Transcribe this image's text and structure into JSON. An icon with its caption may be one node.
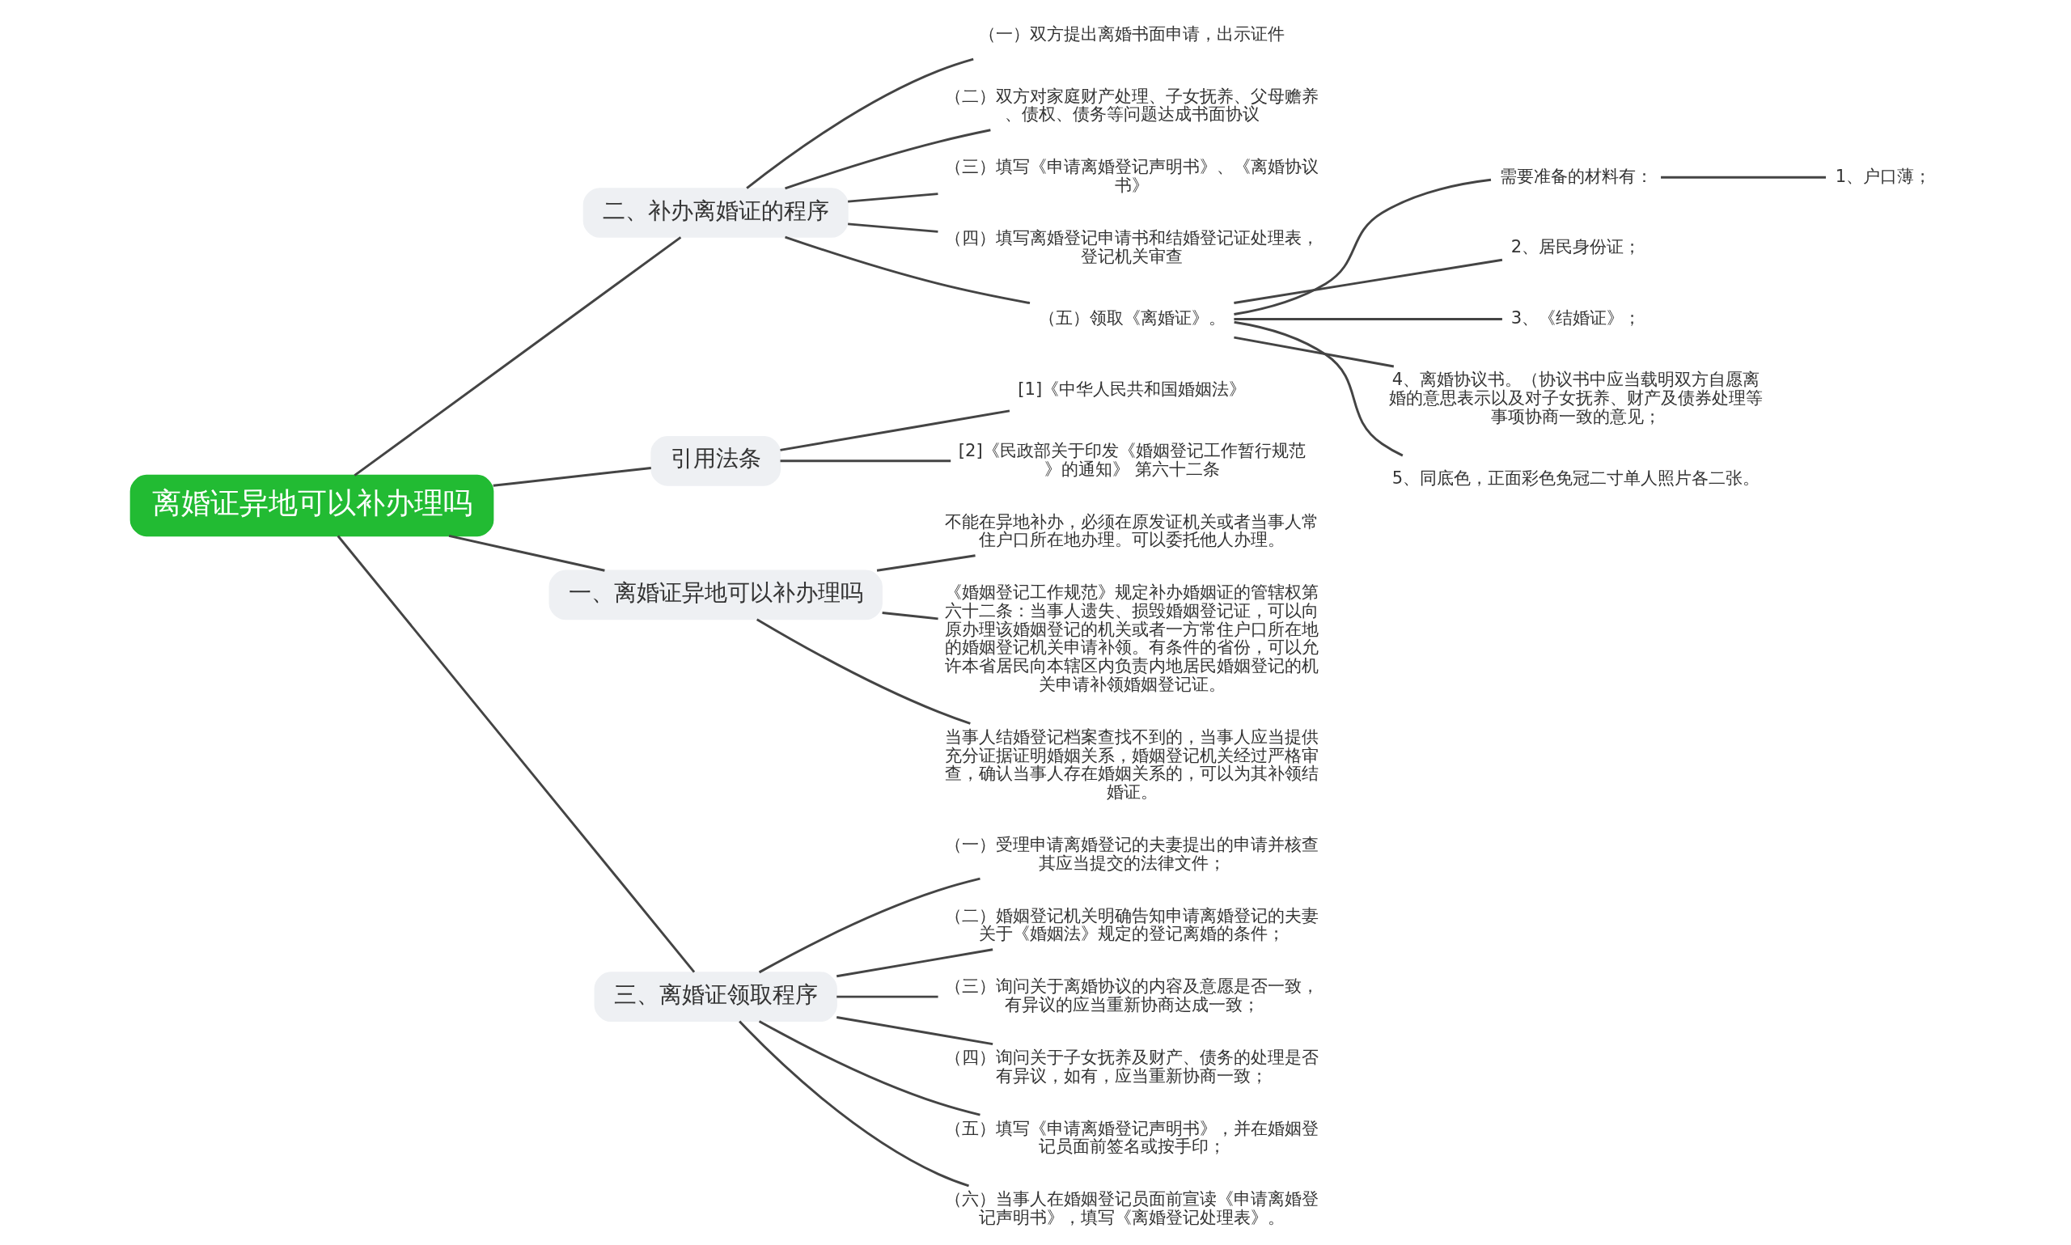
{
  "diagram": {
    "nodes": [
      {
        "text": [
          "离婚证异地可以补办理吗"
        ]
      },
      {
        "text": [
          "二、补办离婚证的程序"
        ]
      },
      {
        "text": [
          "（一）双方提出离婚书面申请，出示证件"
        ]
      },
      {
        "text": [
          "（二）双方对家庭财产处理、子女抚养、父母赡养、债权、债务等问题达成书面协议"
        ]
      },
      {
        "text": [
          "（三）填写《申请离婚登记声明书》、《离婚协议书》"
        ]
      },
      {
        "text": [
          "（四）填写离婚登记申请书和结婚登记证处理表，登记机关审查"
        ]
      },
      {
        "text": [
          "（五）领取《离婚证》。"
        ]
      },
      {
        "text": [
          "需要准备的材料有："
        ]
      },
      {
        "text": [
          "1、户口薄；"
        ]
      },
      {
        "text": [
          "2、居民身份证；"
        ]
      },
      {
        "text": [
          "3、《结婚证》；"
        ]
      },
      {
        "text": [
          "4、离婚协议书。（协议书中应当载明双方自愿离婚的意思表示以及对子女抚养、财产及债券处理等事项协商一致的意见；"
        ]
      },
      {
        "text": [
          "5、同底色，正面彩色免冠二寸单人照片各二张。"
        ]
      },
      {
        "text": [
          "引用法条"
        ]
      },
      {
        "text": [
          "[1]《中华人民共和国婚姻法》"
        ]
      },
      {
        "text": [
          "[2]《民政部关于印发《婚姻登记工作暂行规范》的通知》 第六十二条"
        ]
      },
      {
        "text": [
          "一、离婚证异地可以补办理吗"
        ]
      },
      {
        "text": [
          "不能在异地补办，必须在原发证机关或者当事人常住户口所在地办理。可以委托他人办理。"
        ]
      },
      {
        "text": [
          "《婚姻登记工作规范》规定补办婚姻证的管辖权第六十二条：当事人遗失、损毁婚姻登记证，可以向原办理该婚姻登记的机关或者一方常住户口所在地的婚姻登记机关申请补领。有条件的省份，可以允许本省居民向本辖区内负责内地居民婚姻登记的机关申请补领婚姻登记证。"
        ]
      },
      {
        "text": [
          "当事人结婚登记档案查找不到的，当事人应当提供充分证据证明婚姻关系，婚姻登记机关经过严格审查，确认当事人存在婚姻关系的，可以为其补领结婚证。"
        ]
      },
      {
        "text": [
          "三、离婚证领取程序"
        ]
      },
      {
        "text": [
          "（一）受理申请离婚登记的夫妻提出的申请并核查其应当提交的法律文件；"
        ]
      },
      {
        "text": [
          "（二）婚姻登记机关明确告知申请离婚登记的夫妻关于《婚姻法》规定的登记离婚的条件；"
        ]
      },
      {
        "text": [
          "（三）询问关于离婚协议的内容及意愿是否一致，有异议的应当重新协商达成一致；"
        ]
      },
      {
        "text": [
          "（四）询问关于子女抚养及财产、债务的处理是否有异议，如有，应当重新协商一致；"
        ]
      },
      {
        "text": [
          "（五）填写《申请离婚登记声明书》，并在婚姻登记员面前签名或按手印；"
        ]
      },
      {
        "text": [
          "（六）当事人在婚姻登记员面前宣读《申请离婚登记声明书》，填写《离婚登记处理表》。"
        ]
      }
    ],
    "edges": [
      {
        "from": 0,
        "to": 1,
        "arrow": "none"
      },
      {
        "from": 1,
        "to": 2,
        "arrow": "none"
      },
      {
        "from": 1,
        "to": 3,
        "arrow": "none"
      },
      {
        "from": 1,
        "to": 4,
        "arrow": "none"
      },
      {
        "from": 1,
        "to": 5,
        "arrow": "none"
      },
      {
        "from": 1,
        "to": 6,
        "arrow": "none"
      },
      {
        "from": 6,
        "to": 7,
        "arrow": "none"
      },
      {
        "from": 7,
        "to": 8,
        "arrow": "none"
      },
      {
        "from": 6,
        "to": 9,
        "arrow": "none"
      },
      {
        "from": 6,
        "to": 10,
        "arrow": "none"
      },
      {
        "from": 6,
        "to": 11,
        "arrow": "none"
      },
      {
        "from": 6,
        "to": 12,
        "arrow": "none"
      },
      {
        "from": 0,
        "to": 13,
        "arrow": "none"
      },
      {
        "from": 13,
        "to": 14,
        "arrow": "none"
      },
      {
        "from": 13,
        "to": 15,
        "arrow": "none"
      },
      {
        "from": 0,
        "to": 16,
        "arrow": "none"
      },
      {
        "from": 16,
        "to": 17,
        "arrow": "none"
      },
      {
        "from": 16,
        "to": 18,
        "arrow": "none"
      },
      {
        "from": 16,
        "to": 19,
        "arrow": "none"
      },
      {
        "from": 0,
        "to": 20,
        "arrow": "none"
      },
      {
        "from": 20,
        "to": 21,
        "arrow": "none"
      },
      {
        "from": 20,
        "to": 22,
        "arrow": "none"
      },
      {
        "from": 20,
        "to": 23,
        "arrow": "none"
      },
      {
        "from": 20,
        "to": 24,
        "arrow": "none"
      },
      {
        "from": 20,
        "to": 25,
        "arrow": "none"
      },
      {
        "from": 20,
        "to": 26,
        "arrow": "none"
      }
    ]
  }
}
